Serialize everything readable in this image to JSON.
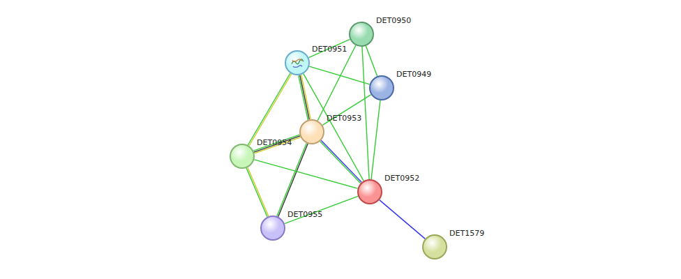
{
  "diagram": {
    "nodes": [
      {
        "text": [
          "DET0950"
        ]
      },
      {
        "text": [
          "DET0951"
        ]
      },
      {
        "text": [
          "DET0949"
        ]
      },
      {
        "text": [
          "DET0953"
        ]
      },
      {
        "text": [
          "DET0954"
        ]
      },
      {
        "text": [
          "DET0952"
        ]
      },
      {
        "text": [
          "DET0955"
        ]
      },
      {
        "text": [
          "DET1579"
        ]
      }
    ],
    "edges": [
      {
        "from": 1,
        "to": 0,
        "arrow": "none"
      },
      {
        "from": 1,
        "to": 2,
        "arrow": "none"
      },
      {
        "from": 1,
        "to": 3,
        "arrow": "none"
      },
      {
        "from": 1,
        "to": 4,
        "arrow": "none"
      },
      {
        "from": 1,
        "to": 5,
        "arrow": "none"
      },
      {
        "from": 0,
        "to": 3,
        "arrow": "none"
      },
      {
        "from": 0,
        "to": 5,
        "arrow": "none"
      },
      {
        "from": 0,
        "to": 2,
        "arrow": "none"
      },
      {
        "from": 2,
        "to": 3,
        "arrow": "none"
      },
      {
        "from": 2,
        "to": 5,
        "arrow": "none"
      },
      {
        "from": 3,
        "to": 4,
        "arrow": "none"
      },
      {
        "from": 3,
        "to": 5,
        "arrow": "none"
      },
      {
        "from": 3,
        "to": 6,
        "arrow": "none"
      },
      {
        "from": 4,
        "to": 5,
        "arrow": "none"
      },
      {
        "from": 4,
        "to": 6,
        "arrow": "none"
      },
      {
        "from": 6,
        "to": 5,
        "arrow": "none"
      },
      {
        "from": 5,
        "to": 7,
        "arrow": "none"
      }
    ]
  }
}
